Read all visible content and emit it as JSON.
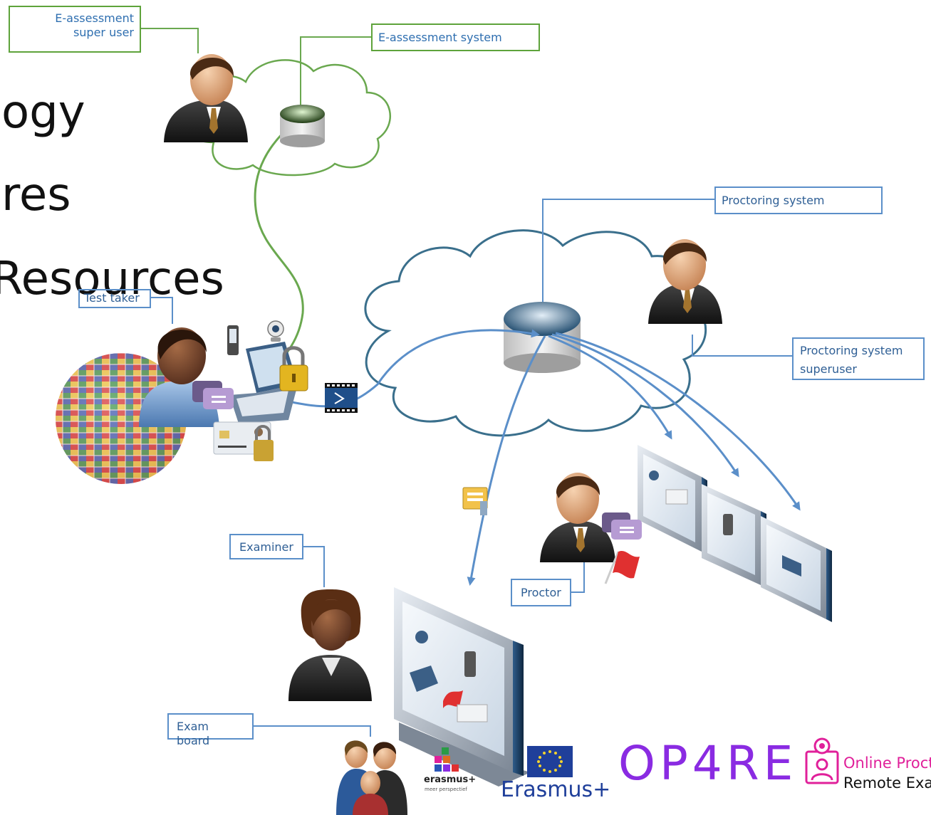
{
  "background_text": [
    "ogy",
    "res",
    "Resources"
  ],
  "labels": {
    "e_assessment_super_user": "E-assessment\nsuper user",
    "e_assessment_system": "E-assessment system",
    "proctoring_system": "Proctoring system",
    "proctoring_system_superuser": "Proctoring system\nsuperuser",
    "test_taker": "Test taker",
    "examiner": "Examiner",
    "proctor": "Proctor",
    "exam_board": "Exam board"
  },
  "logos": {
    "erasmus_small": "erasmus+",
    "erasmus_small_sub": "meer perspectief",
    "erasmus_eu": "Erasmus+",
    "op4re": "OP4RE",
    "tagline_1": "Online Proct",
    "tagline_2": "Remote Exa"
  },
  "colors": {
    "green_line": "#6aa84f",
    "blue_line": "#5b8fc9",
    "dark_cloud": "#3a6f8c",
    "op4re_purple": "#8a2be2",
    "tagline_pink": "#e0209a"
  },
  "icons": [
    "person-icon",
    "cloud-icon",
    "server-icon",
    "globe-icon",
    "laptop-icon",
    "webcam-icon",
    "phone-icon",
    "lock-icon",
    "id-card-icon",
    "chat-icon",
    "video-icon",
    "archive-icon",
    "monitor-icon",
    "flag-icon",
    "group-icon",
    "eu-flag-icon"
  ]
}
